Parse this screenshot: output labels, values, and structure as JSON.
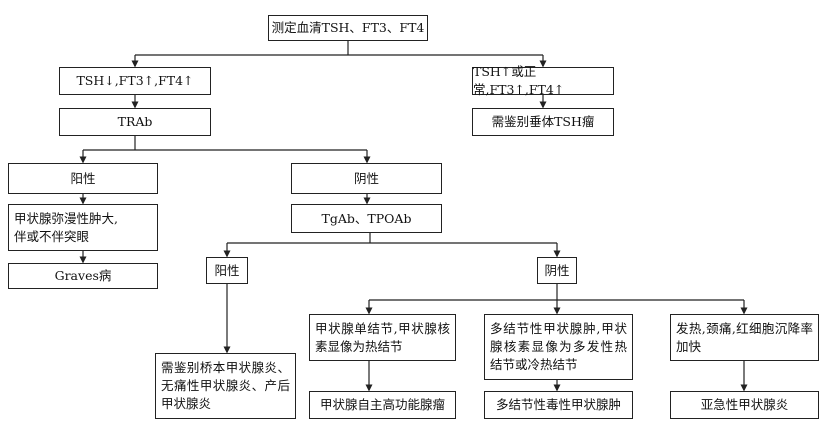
{
  "nodes": {
    "root": "测定血清TSH、FT3、FT4",
    "branch_low_tsh": "TSH↓,FT3↑,FT4↑",
    "branch_high_tsh": "TSH↑或正常,FT3↑,FT4↑",
    "pituitary": "需鉴别垂体TSH瘤",
    "trab": "TRAb",
    "trab_positive": "阳性",
    "trab_negative": "阴性",
    "diffuse_goiter": "甲状腺弥漫性肿大,\n伴或不伴突眼",
    "graves": "Graves病",
    "tg_tpo": "TgAb、TPOAb",
    "ab_positive": "阳性",
    "ab_negative": "阴性",
    "hashimoto": "需鉴别桥本甲状腺炎、无痛性甲状腺炎、产后甲状腺炎",
    "single_nodule": "甲状腺单结节,甲状腺核素显像为热结节",
    "adenoma": "甲状腺自主高功能腺瘤",
    "multi_nodule": "多结节性甲状腺肿,甲状腺核素显像为多发性热结节或冷热结节",
    "toxic_multinodular": "多结节性毒性甲状腺肿",
    "fever_pain": "发热,颈痛,红细胞沉降率加快",
    "subacute": "亚急性甲状腺炎"
  }
}
